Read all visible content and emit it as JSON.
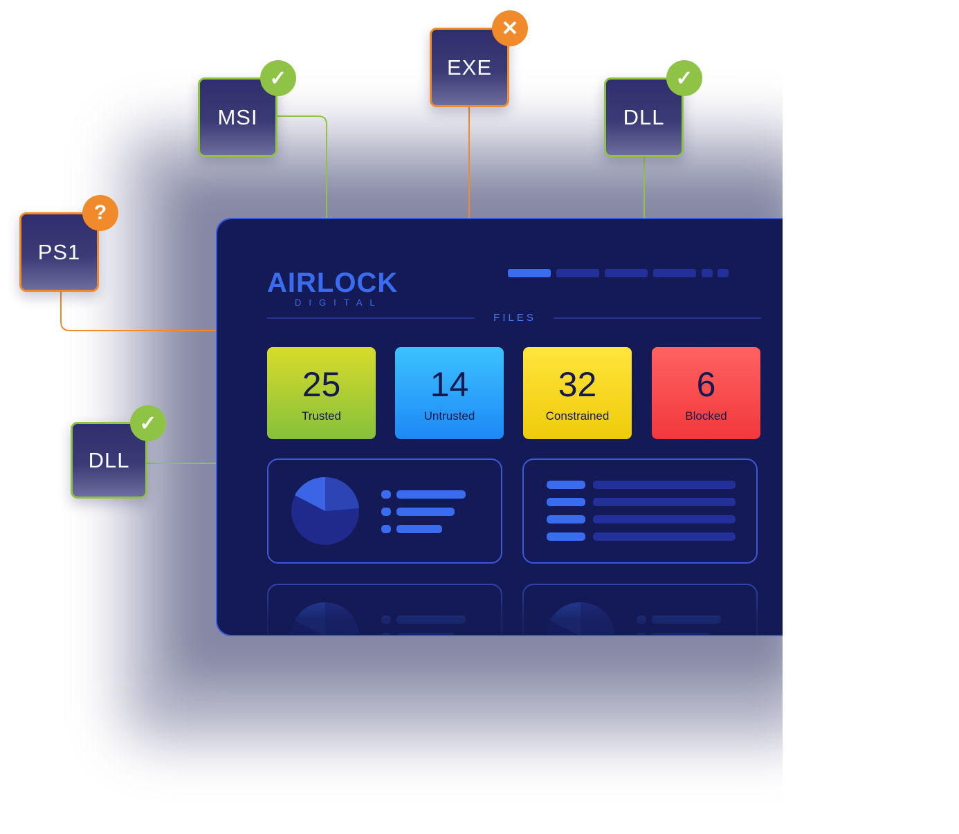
{
  "brand": {
    "name": "AIRLOCK",
    "sub": "DIGITAL"
  },
  "section": {
    "label": "FILES"
  },
  "stats": [
    {
      "value": "25",
      "label": "Trusted"
    },
    {
      "value": "14",
      "label": "Untrusted"
    },
    {
      "value": "32",
      "label": "Constrained"
    },
    {
      "value": "6",
      "label": "Blocked"
    }
  ],
  "files": [
    {
      "type": "PS1",
      "status": "unknown",
      "badge": "?"
    },
    {
      "type": "MSI",
      "status": "allowed",
      "badge": "✓"
    },
    {
      "type": "EXE",
      "status": "blocked",
      "badge": "✕"
    },
    {
      "type": "DLL",
      "status": "allowed",
      "badge": "✓"
    },
    {
      "type": "DLL",
      "status": "allowed",
      "badge": "✓"
    }
  ],
  "colors": {
    "allowed": "#8fc346",
    "warning": "#f08a2a",
    "accent": "#3a6cf0",
    "panel_bg": "#131a55"
  },
  "icons": {
    "allowed": "check-icon",
    "blocked": "close-icon",
    "unknown": "question-icon"
  }
}
